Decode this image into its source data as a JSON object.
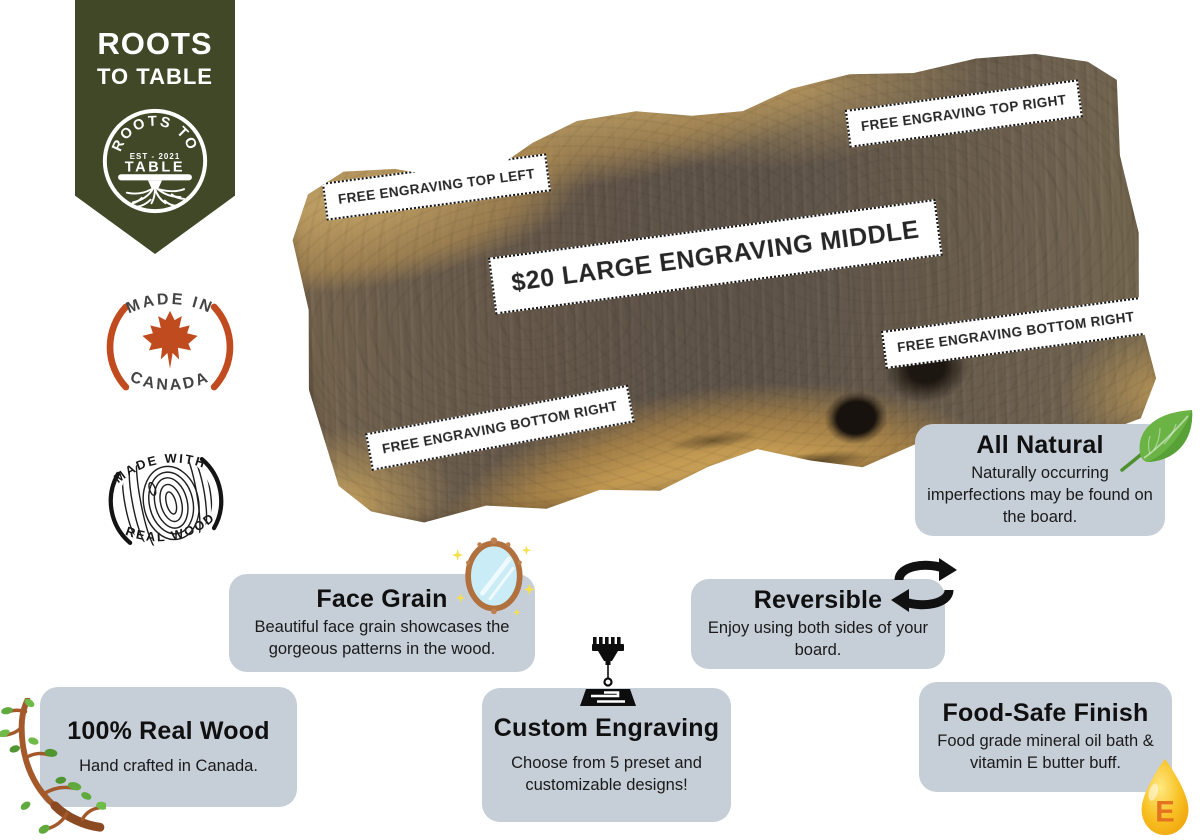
{
  "brand": {
    "name_top": "ROOTS",
    "name_bottom": "TO TABLE",
    "logo_arc_text": "ROOTS TO",
    "logo_est": "EST - 2021",
    "logo_table": "TABLE"
  },
  "badges": {
    "made_in": "MADE IN",
    "canada": "CANADA",
    "made_with": "MADE WITH",
    "real_wood": "REAL WOOD"
  },
  "board": {
    "labels": {
      "top_left": "FREE ENGRAVING TOP LEFT",
      "top_right": "FREE ENGRAVING TOP RIGHT",
      "middle": "$20 LARGE ENGRAVING MIDDLE",
      "bottom_right": "FREE ENGRAVING BOTTOM RIGHT",
      "bottom_left": "FREE ENGRAVING BOTTOM RIGHT"
    }
  },
  "features": [
    {
      "id": "all-natural",
      "title": "All Natural",
      "body": "Naturally occurring imperfections may be found on the board.",
      "icon": "leaf-icon"
    },
    {
      "id": "face-grain",
      "title": "Face Grain",
      "body": "Beautiful face grain showcases the gorgeous patterns in the wood.",
      "icon": "mirror-icon"
    },
    {
      "id": "reversible",
      "title": "Reversible",
      "body": "Enjoy using both sides of your board.",
      "icon": "flip-arrows-icon"
    },
    {
      "id": "real-wood",
      "title": "100% Real Wood",
      "body": "Hand crafted in Canada.",
      "icon": "branch-icon"
    },
    {
      "id": "custom-engraving",
      "title": "Custom Engraving",
      "body": "Choose from 5 preset and customizable designs!",
      "icon": "engraver-icon"
    },
    {
      "id": "food-safe",
      "title": "Food-Safe Finish",
      "body": "Food grade mineral oil bath & vitamin E butter buff.",
      "icon": "oil-drop-icon"
    }
  ],
  "icons": {
    "drop_letter": "E"
  },
  "colors": {
    "pennant_olive": "#404828",
    "card_gray": "#c6ced8",
    "maple_red": "#c04b1e",
    "leaf_green": "#6ab344",
    "branch_brown": "#a3592a",
    "drop_gold": "#f6b81f",
    "drop_letter_orange": "#e4731f",
    "wood_dark": "#5d5349",
    "wood_light": "#c9a55f",
    "text_dark": "#111111",
    "background": "#ffffff"
  }
}
